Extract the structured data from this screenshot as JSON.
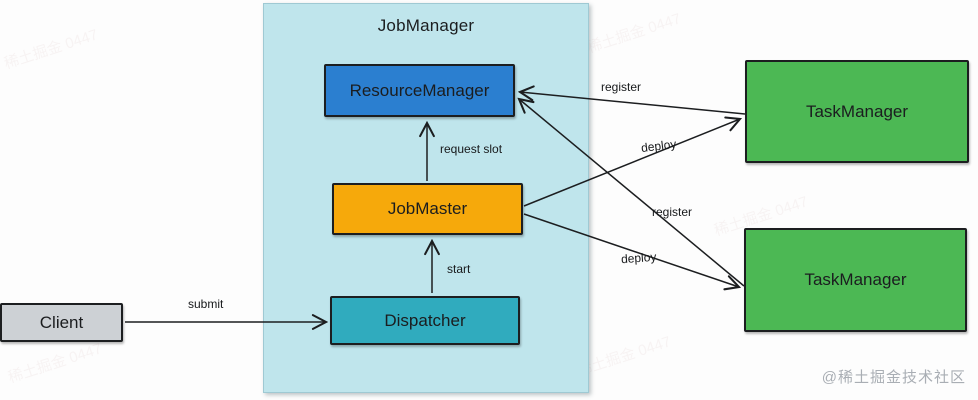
{
  "diagram": {
    "container": {
      "label": "JobManager"
    },
    "nodes": {
      "client": {
        "label": "Client"
      },
      "resource_manager": {
        "label": "ResourceManager"
      },
      "job_master": {
        "label": "JobMaster"
      },
      "dispatcher": {
        "label": "Dispatcher"
      },
      "task_manager_1": {
        "label": "TaskManager"
      },
      "task_manager_2": {
        "label": "TaskManager"
      }
    },
    "edges": {
      "submit": {
        "label": "submit",
        "from": "client",
        "to": "dispatcher"
      },
      "start": {
        "label": "start",
        "from": "dispatcher",
        "to": "job_master"
      },
      "request_slot": {
        "label": "request slot",
        "from": "job_master",
        "to": "resource_manager"
      },
      "register_1": {
        "label": "register",
        "from": "task_manager_1",
        "to": "resource_manager"
      },
      "deploy_1": {
        "label": "deploy",
        "from": "job_master",
        "to": "task_manager_1"
      },
      "register_2": {
        "label": "register",
        "from": "task_manager_2",
        "to": "resource_manager"
      },
      "deploy_2": {
        "label": "deploy",
        "from": "job_master",
        "to": "task_manager_2"
      }
    },
    "colors": {
      "job_manager_bg": "#bfe5ec",
      "resource_manager": "#2b7fd0",
      "job_master": "#f6a90b",
      "dispatcher": "#30abbe",
      "task_manager": "#4cb854",
      "client": "#cdd1d5",
      "line": "#1c1e20"
    },
    "watermarks": {
      "tile_text": "稀土掘金 0447",
      "footer": "@稀土掘金技术社区"
    }
  }
}
